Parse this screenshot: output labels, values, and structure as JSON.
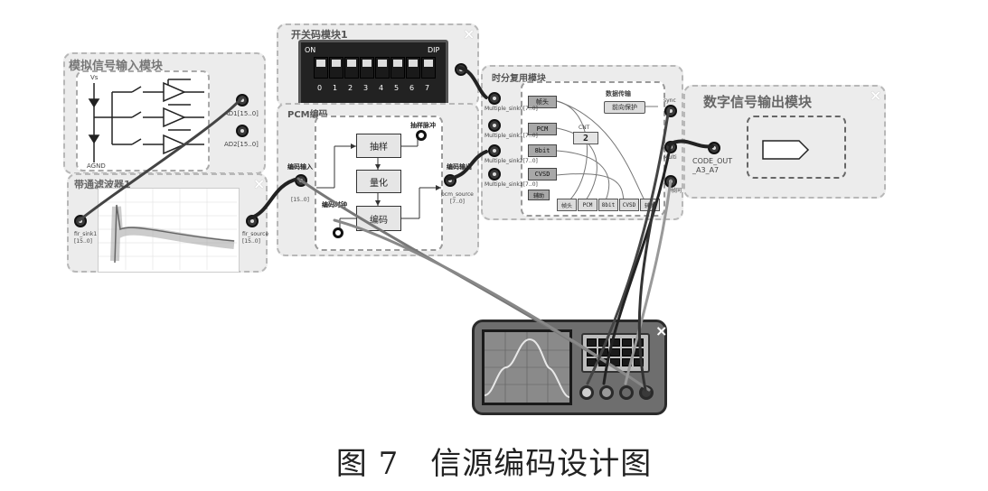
{
  "caption": "图 7　信源编码设计图",
  "modules": {
    "analog_input": {
      "title": "模拟信号输入模块",
      "port_ad1": "AD1[15..0]",
      "port_ad2": "AD2[15..0]",
      "vs_label": "Vs",
      "agnd_label": "AGND"
    },
    "bandpass": {
      "title": "带通滤波器1",
      "in_label": "fir_sink1\n[15..0]",
      "out_label": "fir_source\n[15..0]"
    },
    "dip_switch": {
      "title": "开关码模块1",
      "on_label": "ON",
      "dip_label": "DIP",
      "numbers": [
        "0",
        "1",
        "2",
        "3",
        "4",
        "5",
        "6",
        "7"
      ]
    },
    "pcm": {
      "title": "PCM编码",
      "in_label": "编码输入",
      "in_sub": "[15..0]",
      "sample_pulse": "抽样脉冲",
      "code_clock": "编码时钟",
      "out_label": "编码输出",
      "out_sub": "pcm_source\n[7..0]",
      "block_sample": "抽样",
      "block_quant": "量化",
      "block_encode": "编码"
    },
    "tdm": {
      "title": "时分复用模块",
      "sinks": [
        "Multiple_sink0[7..0]",
        "Multiple_sink1[7..0]",
        "Multiple_sink2[7..0]",
        "Multiple_sink3[7..0]"
      ],
      "boxes": [
        "帧头",
        "PCM",
        "8bit",
        "CVSD",
        "辅助"
      ],
      "frame_boxes": [
        "帧头",
        "PCM",
        "8bit",
        "CVSD",
        "辅助"
      ],
      "data_transfer": "数据传输",
      "protect": "前向保护",
      "cnt_label": "CNT",
      "cnt_value": "2",
      "right_labels": [
        "sync",
        "Multi",
        "帧同"
      ]
    },
    "digital_out": {
      "title": "数字信号输出模块",
      "port_label": "CODE_OUT\n_A3_A7"
    }
  },
  "colors": {
    "panel_bg": "#ececec",
    "module_border": "#b8b8b8",
    "wire": "#555555"
  }
}
